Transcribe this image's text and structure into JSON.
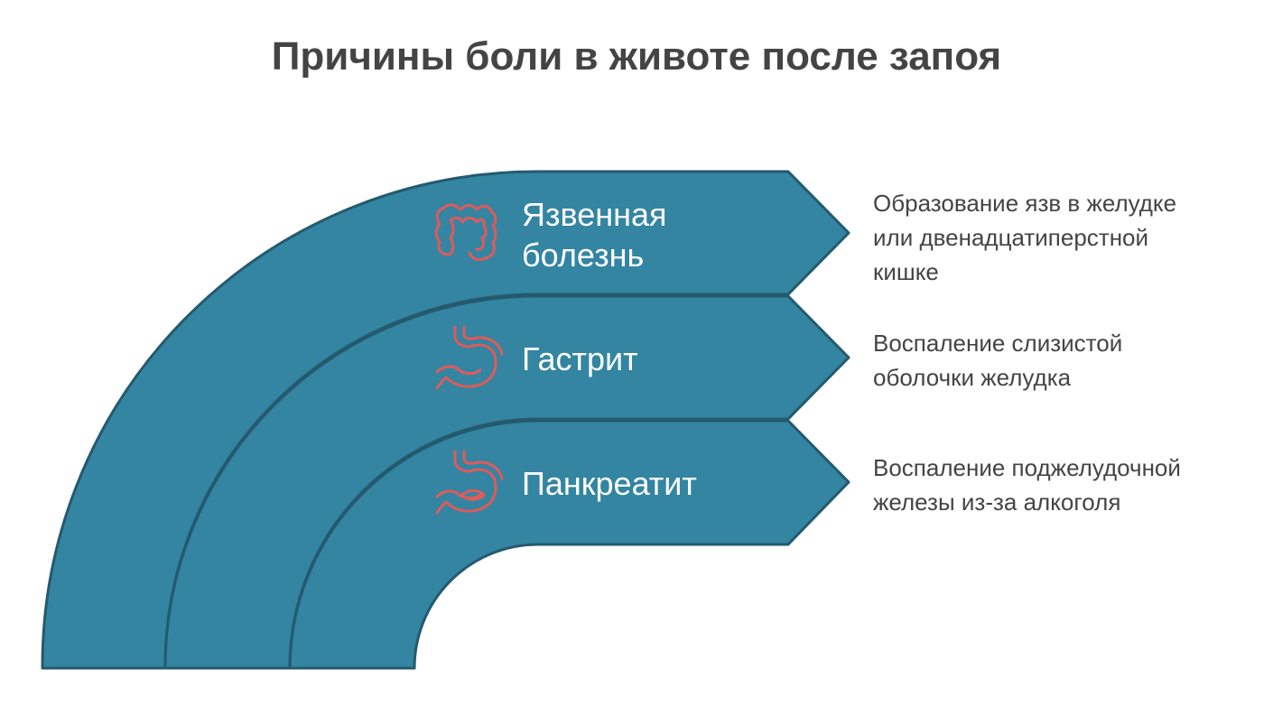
{
  "title": "Причины боли в животе после запоя",
  "colors": {
    "band_fill": "#3385a2",
    "band_stroke": "#245a6e",
    "icon_stroke": "#e05a5a",
    "title_text": "#444444",
    "desc_text": "#444444"
  },
  "items": [
    {
      "icon": "intestine-icon",
      "label_lines": [
        "Язвенная",
        "болезнь"
      ],
      "description_lines": [
        "Образование язв в желудке",
        "или двенадцатиперстной",
        "кишке"
      ]
    },
    {
      "icon": "stomach-icon",
      "label_lines": [
        "Гастрит"
      ],
      "description_lines": [
        "Воспаление слизистой",
        "оболочки желудка"
      ]
    },
    {
      "icon": "pancreas-icon",
      "label_lines": [
        "Панкреатит"
      ],
      "description_lines": [
        "Воспаление поджелудочной",
        "железы из-за алкоголя"
      ]
    }
  ]
}
